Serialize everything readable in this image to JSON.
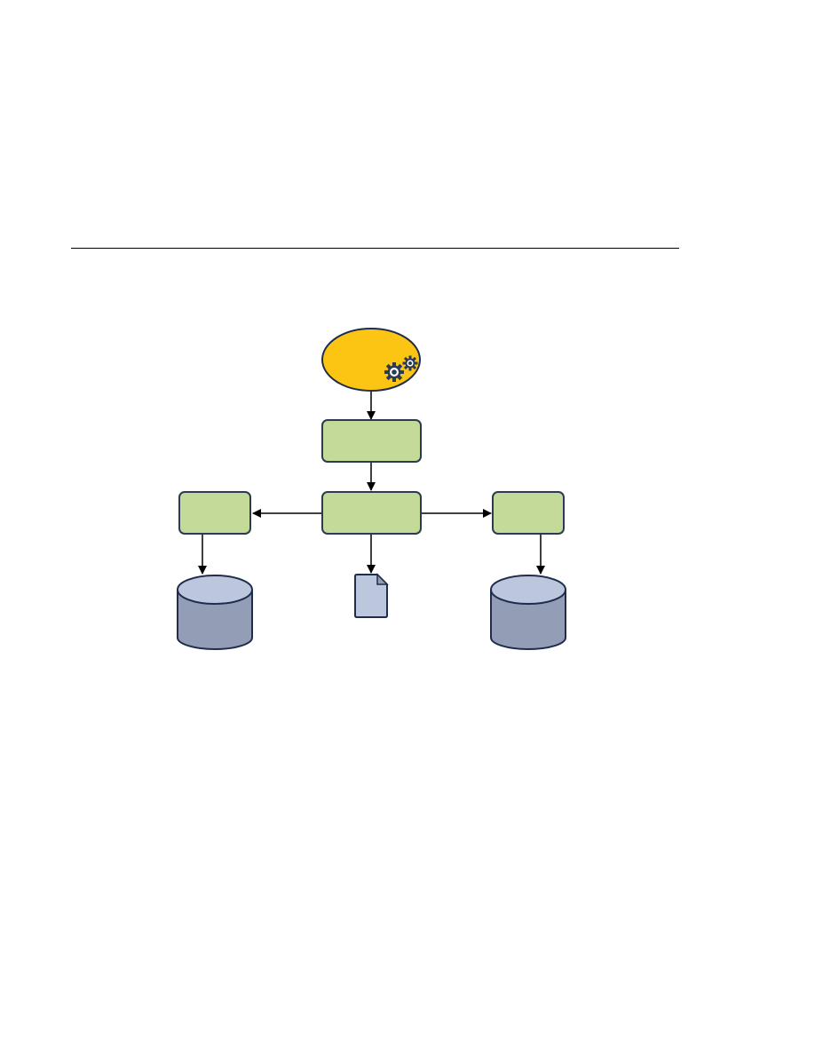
{
  "colors": {
    "rule": "#000000",
    "ellipse_fill": "#fcc514",
    "ellipse_stroke": "#1f2d4d",
    "box_fill": "#c4da98",
    "box_stroke": "#2c3a55",
    "db_top": "#bcc6dd",
    "db_body": "#939db6",
    "db_stroke": "#1f2d4d",
    "doc_fill": "#bcc6dd",
    "arrow": "#000000",
    "gear": "#2c3a55"
  },
  "diagram": {
    "nodes": [
      {
        "id": "process",
        "kind": "ellipse",
        "icon": "gears-icon"
      },
      {
        "id": "box-top",
        "kind": "rounded-box"
      },
      {
        "id": "box-center",
        "kind": "rounded-box"
      },
      {
        "id": "box-left",
        "kind": "rounded-box"
      },
      {
        "id": "box-right",
        "kind": "rounded-box"
      },
      {
        "id": "db-left",
        "kind": "database",
        "icon": "database-icon"
      },
      {
        "id": "doc-center",
        "kind": "document",
        "icon": "document-icon"
      },
      {
        "id": "db-right",
        "kind": "database",
        "icon": "database-icon"
      }
    ],
    "edges": [
      {
        "from": "process",
        "to": "box-top"
      },
      {
        "from": "box-top",
        "to": "box-center"
      },
      {
        "from": "box-center",
        "to": "box-left"
      },
      {
        "from": "box-center",
        "to": "box-right"
      },
      {
        "from": "box-left",
        "to": "db-left"
      },
      {
        "from": "box-center",
        "to": "doc-center"
      },
      {
        "from": "box-right",
        "to": "db-right"
      }
    ]
  }
}
